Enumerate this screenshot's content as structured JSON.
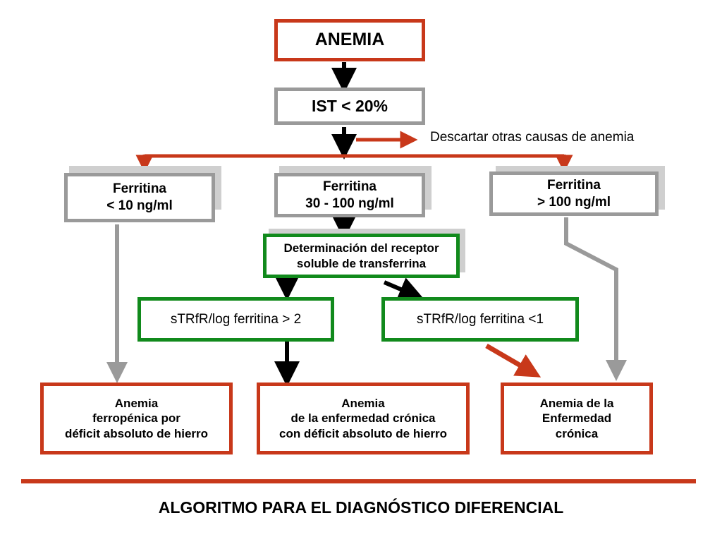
{
  "nodes": {
    "anemia": "ANEMIA",
    "ist": "IST < 20%",
    "descartar": "Descartar otras causas de anemia",
    "ferr_low": [
      "Ferritina",
      "< 10 ng/ml"
    ],
    "ferr_mid": [
      "Ferritina",
      "30 - 100 ng/ml"
    ],
    "ferr_high": [
      "Ferritina",
      "> 100 ng/ml"
    ],
    "receptor": [
      "Determinación del receptor",
      "soluble de transferrina"
    ],
    "stfr_high": "sTRfR/log ferritina > 2",
    "stfr_low": "sTRfR/log ferritina <1",
    "out_left": [
      "Anemia",
      "ferropénica por",
      "déficit absoluto de hierro"
    ],
    "out_mid": [
      "Anemia",
      "de la enfermedad crónica",
      "con déficit absoluto de hierro"
    ],
    "out_right": [
      "Anemia de la",
      "Enfermedad",
      "crónica"
    ]
  },
  "footer_title": "ALGORITMO PARA EL DIAGNÓSTICO DIFERENCIAL",
  "colors": {
    "red": "#c8381a",
    "gray": "#9a9a9a",
    "green": "#118a1c",
    "black": "#000000"
  }
}
